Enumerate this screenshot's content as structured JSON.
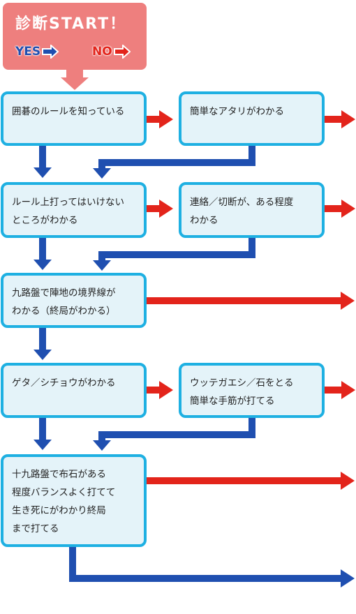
{
  "header": {
    "title": "診断START！",
    "yes_label": "YES",
    "no_label": "NO"
  },
  "nodes": {
    "q1": "囲碁のルールを知っている",
    "q1b": "簡単なアタリがわかる",
    "q2_line1": "ルール上打ってはいけない",
    "q2_line2": "ところがわかる",
    "q2b_line1": "連絡／切断が、ある程度",
    "q2b_line2": "わかる",
    "q3_line1": "九路盤で陣地の境界線が",
    "q3_line2": "わかる（終局がわかる）",
    "q4": "ゲタ／シチョウがわかる",
    "q4b_line1": "ウッテガエシ／石をとる",
    "q4b_line2": "簡単な手筋が打てる",
    "q5_line1": "十九路盤で布石がある",
    "q5_line2": "程度バランスよく打てて",
    "q5_line3": "生き死にがわかり終局",
    "q5_line4": "まで打てる"
  },
  "colors": {
    "start_bg": "#ee7f7e",
    "node_border": "#1eb0e2",
    "node_bg": "#e4f3f9",
    "yes_arrow": "#1f4fb0",
    "no_arrow": "#e3241b"
  }
}
